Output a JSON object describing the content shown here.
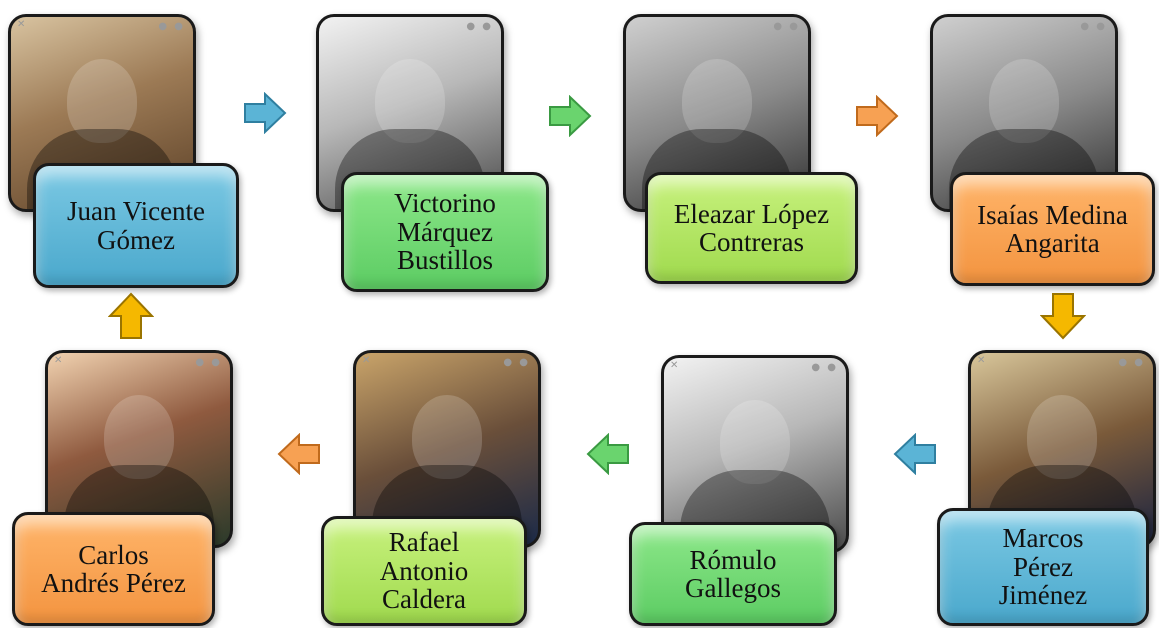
{
  "colors": {
    "blue": "#5bb4d6",
    "green": "#6ad46e",
    "lime": "#b3e661",
    "orange": "#f7a153",
    "gold": "#f5b800"
  },
  "presidents": [
    {
      "name": "Juan Vicente\nGómez",
      "color": "blue"
    },
    {
      "name": "Victorino\nMárquez\nBustillos",
      "color": "green"
    },
    {
      "name": "Eleazar López\nContreras",
      "color": "lime"
    },
    {
      "name": "Isaías Medina\nAngarita",
      "color": "orange"
    },
    {
      "name": "Marcos\nPérez\nJiménez",
      "color": "blue"
    },
    {
      "name": "Rómulo\nGallegos",
      "color": "green"
    },
    {
      "name": "Rafael\nAntonio\nCaldera",
      "color": "lime"
    },
    {
      "name": "Carlos\nAndrés Pérez",
      "color": "orange"
    }
  ]
}
